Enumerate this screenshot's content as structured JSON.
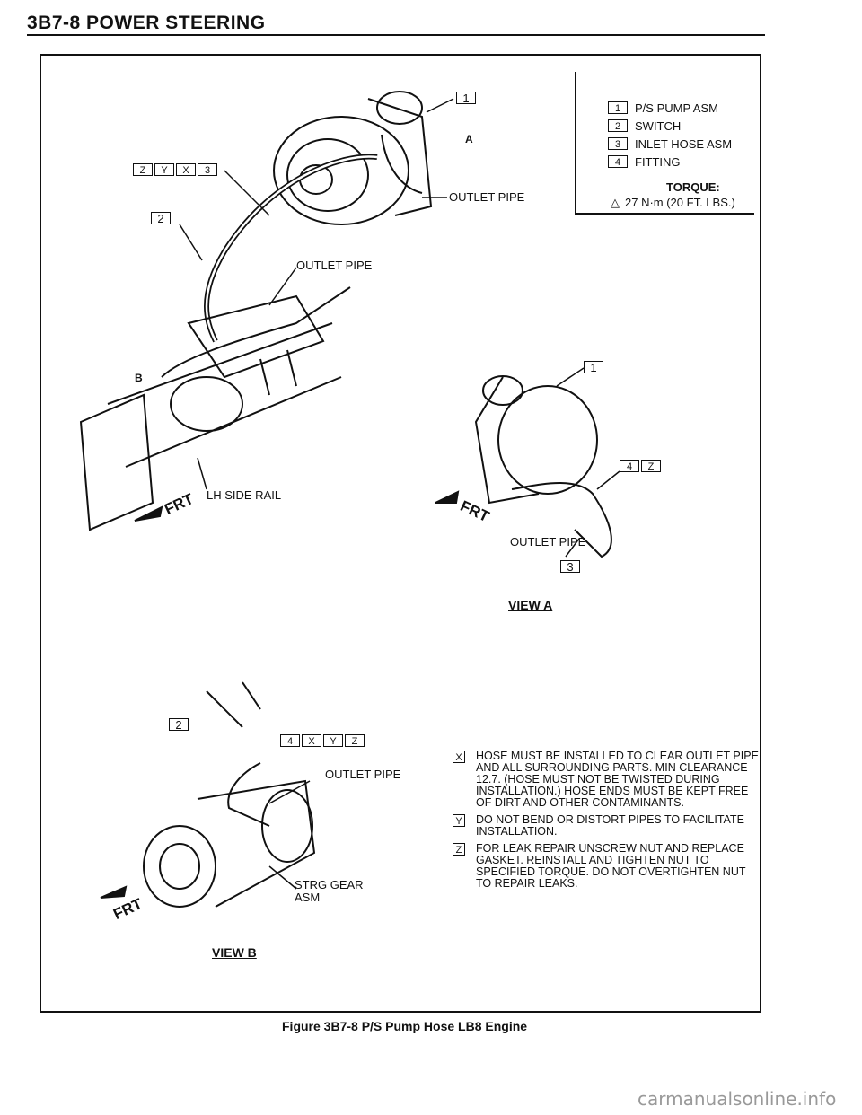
{
  "header": {
    "title": "3B7-8 POWER STEERING"
  },
  "legend": {
    "items": [
      {
        "num": "1",
        "label": "P/S PUMP ASM"
      },
      {
        "num": "2",
        "label": "SWITCH"
      },
      {
        "num": "3",
        "label": "INLET HOSE ASM"
      },
      {
        "num": "4",
        "label": "FITTING"
      }
    ],
    "torque_title": "TORQUE:",
    "torque_value": "27 N·m (20 FT. LBS.)"
  },
  "labels": {
    "outlet_pipe": "OUTLET PIPE",
    "lh_side_rail": "LH SIDE RAIL",
    "strg_gear_1": "STRG GEAR",
    "strg_gear_2": "ASM",
    "frt": "FRT",
    "a": "A",
    "b": "B",
    "view_a": "VIEW A",
    "view_b": "VIEW B"
  },
  "callouts": {
    "top_left": [
      "Z",
      "Y",
      "X",
      "3"
    ],
    "view_a": [
      "4",
      "Z"
    ],
    "view_b": [
      "4",
      "X",
      "Y",
      "Z"
    ],
    "one": "1",
    "two": "2",
    "three": "3"
  },
  "notes": [
    {
      "key": "X",
      "text": "HOSE MUST BE INSTALLED TO CLEAR OUTLET PIPE AND ALL SURROUNDING PARTS. MIN CLEARANCE 12.7. (HOSE MUST NOT BE TWISTED DURING INSTALLATION.) HOSE ENDS MUST BE KEPT FREE OF DIRT AND OTHER CONTAMINANTS."
    },
    {
      "key": "Y",
      "text": "DO NOT BEND OR DISTORT PIPES TO FACILITATE INSTALLATION."
    },
    {
      "key": "Z",
      "text": "FOR LEAK REPAIR UNSCREW NUT AND REPLACE GASKET. REINSTALL AND TIGHTEN NUT TO SPECIFIED TORQUE. DO NOT OVERTIGHTEN NUT TO REPAIR LEAKS."
    }
  ],
  "caption": "Figure 3B7-8 P/S Pump Hose LB8 Engine",
  "watermark": "carmanualsonline.info"
}
